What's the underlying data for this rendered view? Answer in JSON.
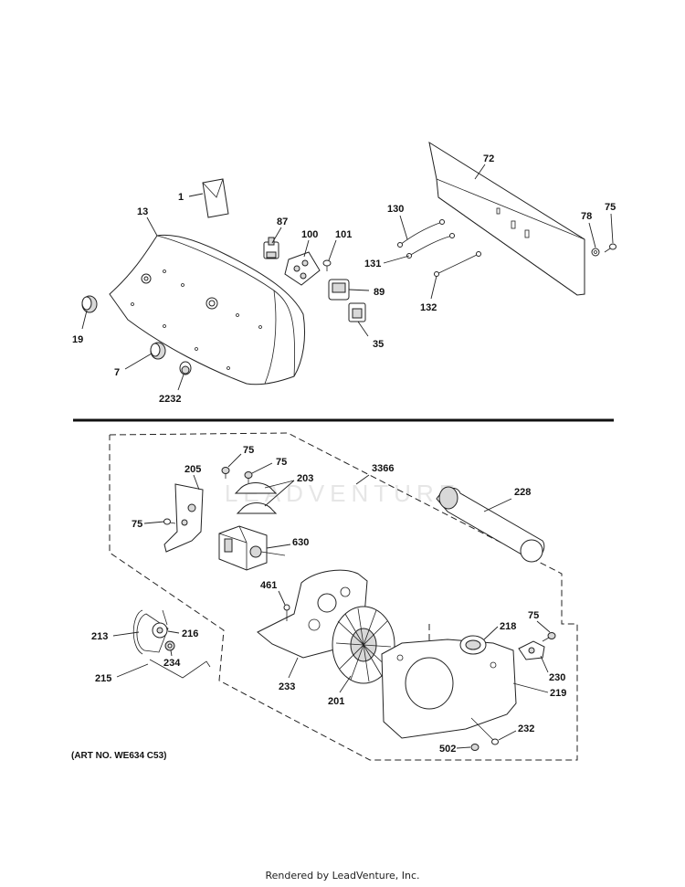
{
  "diagram": {
    "art_number": "(ART NO. WE634 C53)",
    "footer": "Rendered by LeadVenture, Inc.",
    "watermark": "LEADVENTURE",
    "callouts": {
      "c1": "1",
      "c13": "13",
      "c19": "19",
      "c7": "7",
      "c2232": "2232",
      "c87": "87",
      "c100": "100",
      "c101": "101",
      "c89": "89",
      "c35": "35",
      "c130": "130",
      "c131": "131",
      "c132": "132",
      "c72": "72",
      "c78": "78",
      "c75a": "75",
      "c205": "205",
      "c75b": "75",
      "c75c": "75",
      "c75d": "75",
      "c203": "203",
      "c3366": "3366",
      "c630": "630",
      "c228": "228",
      "c461": "461",
      "c213": "213",
      "c216": "216",
      "c234": "234",
      "c215": "215",
      "c233": "233",
      "c201": "201",
      "c218": "218",
      "c75e": "75",
      "c230": "230",
      "c219": "219",
      "c232": "232",
      "c502": "502"
    }
  }
}
